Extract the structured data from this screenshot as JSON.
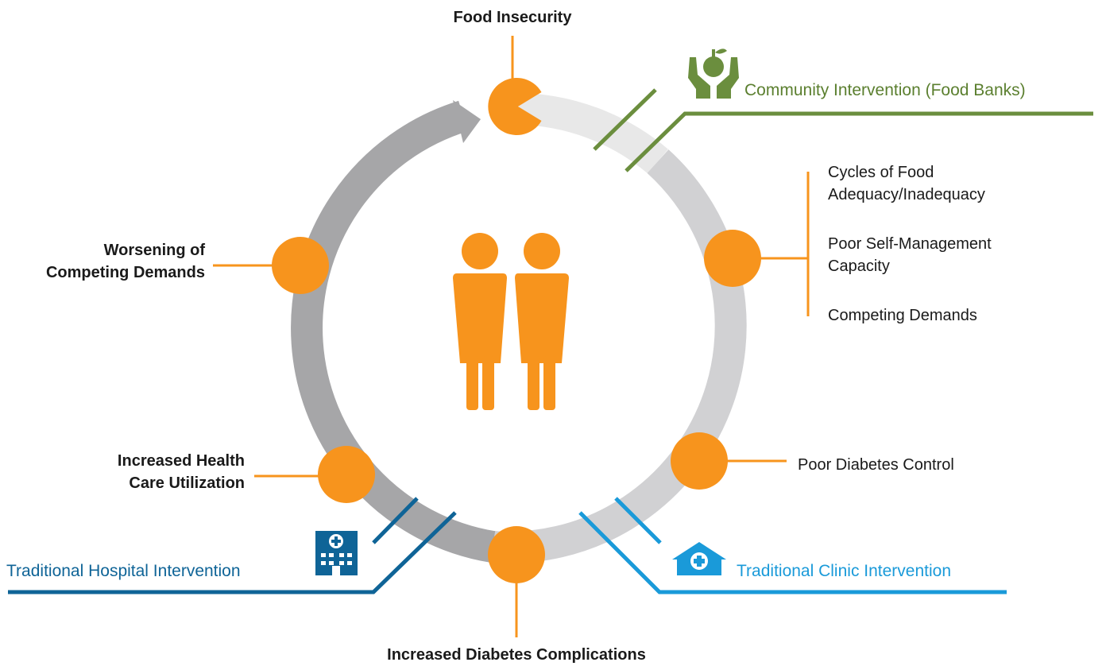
{
  "nodes": {
    "food_insecurity": "Food Insecurity",
    "cycles_line1": "Cycles of Food",
    "cycles_line2": "Adequacy/Inadequacy",
    "poor_self_line1": "Poor Self-Management",
    "poor_self_line2": "Capacity",
    "competing": "Competing Demands",
    "poor_control": "Poor Diabetes Control",
    "complications": "Increased Diabetes Complications",
    "utilization_line1": "Increased Health",
    "utilization_line2": "Care Utilization",
    "worsening_line1": "Worsening of",
    "worsening_line2": "Competing Demands"
  },
  "interventions": {
    "community": "Community Intervention (Food Banks)",
    "clinic": "Traditional Clinic Intervention",
    "hospital": "Traditional Hospital Intervention"
  },
  "icons": {
    "center": "people-icon",
    "community": "hands-apple-icon",
    "clinic": "clinic-house-icon",
    "hospital": "hospital-building-icon"
  },
  "colors": {
    "orange": "#f7941d",
    "community_green": "#6b8e3e",
    "clinic_blue": "#1a9ad9",
    "hospital_blue": "#0f6497",
    "ring_light": "#e8e8e8",
    "ring_mid": "#d1d1d3",
    "ring_dark": "#a6a6a8"
  }
}
